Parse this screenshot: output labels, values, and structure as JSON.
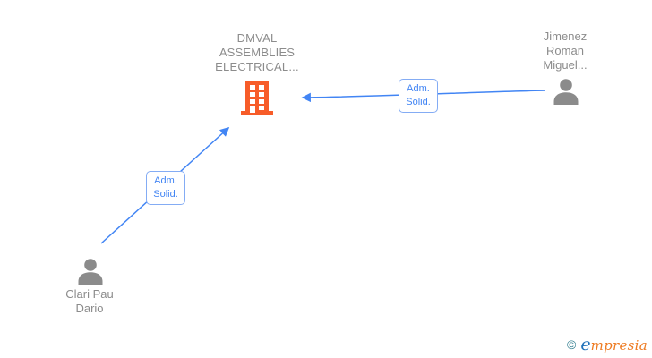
{
  "company": {
    "line1": "DMVAL",
    "line2": "ASSEMBLIES",
    "line3": "ELECTRICAL..."
  },
  "persons": {
    "jimenez": {
      "line1": "Jimenez",
      "line2": "Roman",
      "line3": "Miguel..."
    },
    "clari": {
      "line1": "Clari Pau",
      "line2": "Dario"
    }
  },
  "edges": {
    "jimenez_to_company": {
      "label_line1": "Adm.",
      "label_line2": "Solid."
    },
    "clari_to_company": {
      "label_line1": "Adm.",
      "label_line2": "Solid."
    }
  },
  "watermark": {
    "copyright": "©",
    "brand_e": "e",
    "brand_rest": "mpresia"
  },
  "colors": {
    "edge_blue": "#4285F4",
    "edge_label_border": "#84ACF4",
    "building_orange": "#F75C29",
    "person_gray": "#8B8B8B",
    "label_gray": "#8C8C8C",
    "watermark_copyright": "#2B7A8C",
    "watermark_e": "#2272B9",
    "watermark_rest": "#EE7B22"
  }
}
